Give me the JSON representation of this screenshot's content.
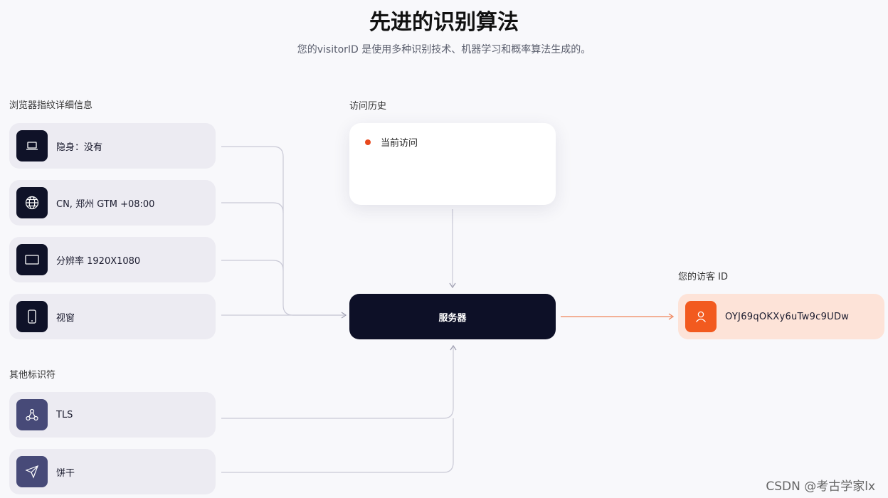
{
  "header": {
    "title": "先进的识别算法",
    "subtitle": "您的visitorID 是使用多种识别技术、机器学习和概率算法生成的。"
  },
  "fingerprint": {
    "label": "浏览器指纹详细信息",
    "items": [
      {
        "label": "隐身：没有",
        "icon": "laptop-icon"
      },
      {
        "label": "CN, 郑州 GTM +08:00",
        "icon": "globe-icon"
      },
      {
        "label": "分辨率 1920X1080",
        "icon": "screen-icon"
      },
      {
        "label": "视窗",
        "icon": "phone-icon"
      }
    ]
  },
  "other": {
    "label": "其他标识符",
    "items": [
      {
        "label": "TLS",
        "icon": "network-icon"
      },
      {
        "label": "饼干",
        "icon": "send-icon"
      }
    ]
  },
  "history": {
    "label": "访问历史",
    "current": "当前访问"
  },
  "server": {
    "label": "服务器"
  },
  "visitor": {
    "label": "您的访客 ID",
    "id": "OYJ69qOKXy6uTw9c9UDw",
    "icon": "user-icon"
  },
  "colors": {
    "accent": "#f25a1f",
    "dark": "#0d1027",
    "card": "#ecebf2",
    "id_bg": "#fde3d8"
  },
  "watermark": "CSDN @考古学家lx"
}
